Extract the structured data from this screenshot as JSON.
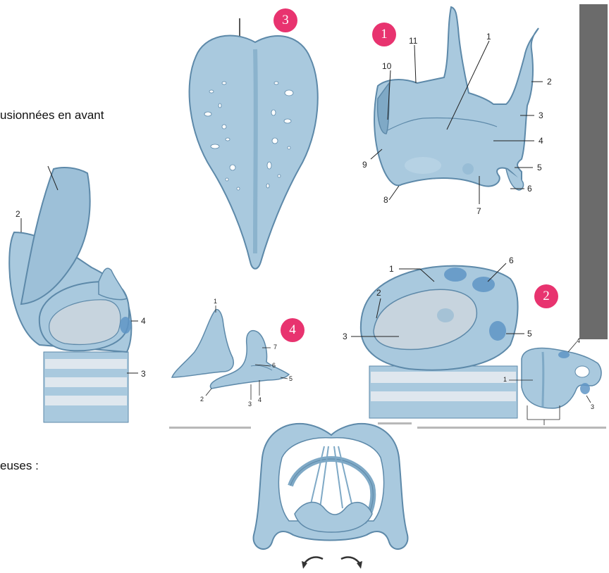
{
  "document": {
    "text_line_1": "usionnées en avant",
    "text_line_2": "euses :"
  },
  "badges": {
    "fig1": "1",
    "fig2": "2",
    "fig3": "3",
    "fig4": "4"
  },
  "figure1_labels": [
    "11",
    "1",
    "10",
    "2",
    "3",
    "4",
    "9",
    "5",
    "6",
    "8",
    "7"
  ],
  "figure2_labels": [
    "1",
    "6",
    "2",
    "3",
    "5",
    "4",
    "1",
    "3"
  ],
  "figure4_labels": [
    "1",
    "7",
    "6",
    "5",
    "2",
    "3",
    "4"
  ],
  "left_figure_labels": [
    "2",
    "4",
    "3"
  ],
  "colors": {
    "badge": "#e8336f",
    "cartilage": "#a9c9de",
    "cartilage_dark": "#7fa9c6",
    "cartilage_edge": "#5d89a9",
    "dark_bar": "#6b6b6b",
    "ring": "#dfe7ee"
  }
}
